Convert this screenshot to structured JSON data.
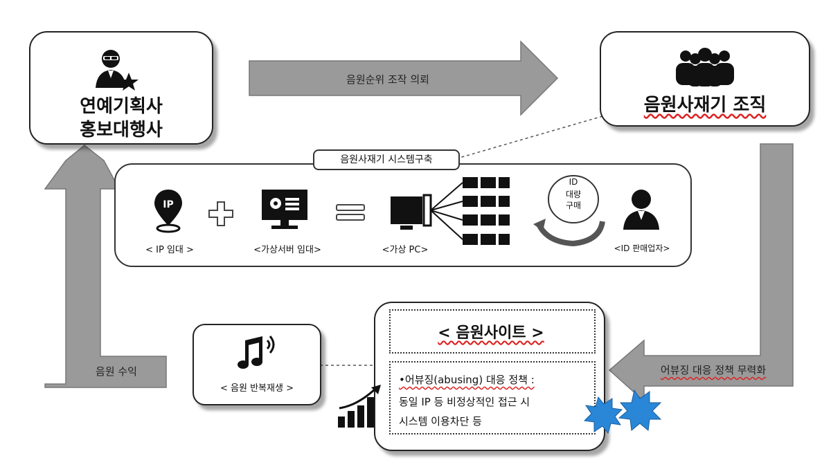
{
  "agency": {
    "line1": "연예기획사",
    "line2": "홍보대행사"
  },
  "organization": {
    "label": "음원사재기 조직"
  },
  "arrow_top": {
    "label": "음원순위 조작 의뢰"
  },
  "arrow_left": {
    "label": "음원 수익"
  },
  "arrow_right": {
    "label": "어뷰징 대응 정책 무력화"
  },
  "system": {
    "title": "음원사재기 시스템구축",
    "ip_label": "< IP 임대 >",
    "ip_icon_text": "IP",
    "server_label": "<가상서버 임대>",
    "pc_label": "<가상 PC>",
    "id_cycle_text": [
      "ID",
      "대량",
      "구매"
    ],
    "seller_label": "<ID 판매업자>"
  },
  "playback": {
    "label": "< 음원 반복재생 >"
  },
  "site": {
    "title": "< 음원사이트 >",
    "policy_line1": "•어뷰징(abusing) 대응 정책 :",
    "policy_line2": "동일 IP 등 비정상적인 접근 시",
    "policy_line3": "시스템 이용차단 등"
  },
  "colors": {
    "arrow_fill": "#9a9a9a",
    "arrow_stroke": "#6a6a6a",
    "burst": "#2a86d6",
    "squiggle": "#d22222"
  }
}
